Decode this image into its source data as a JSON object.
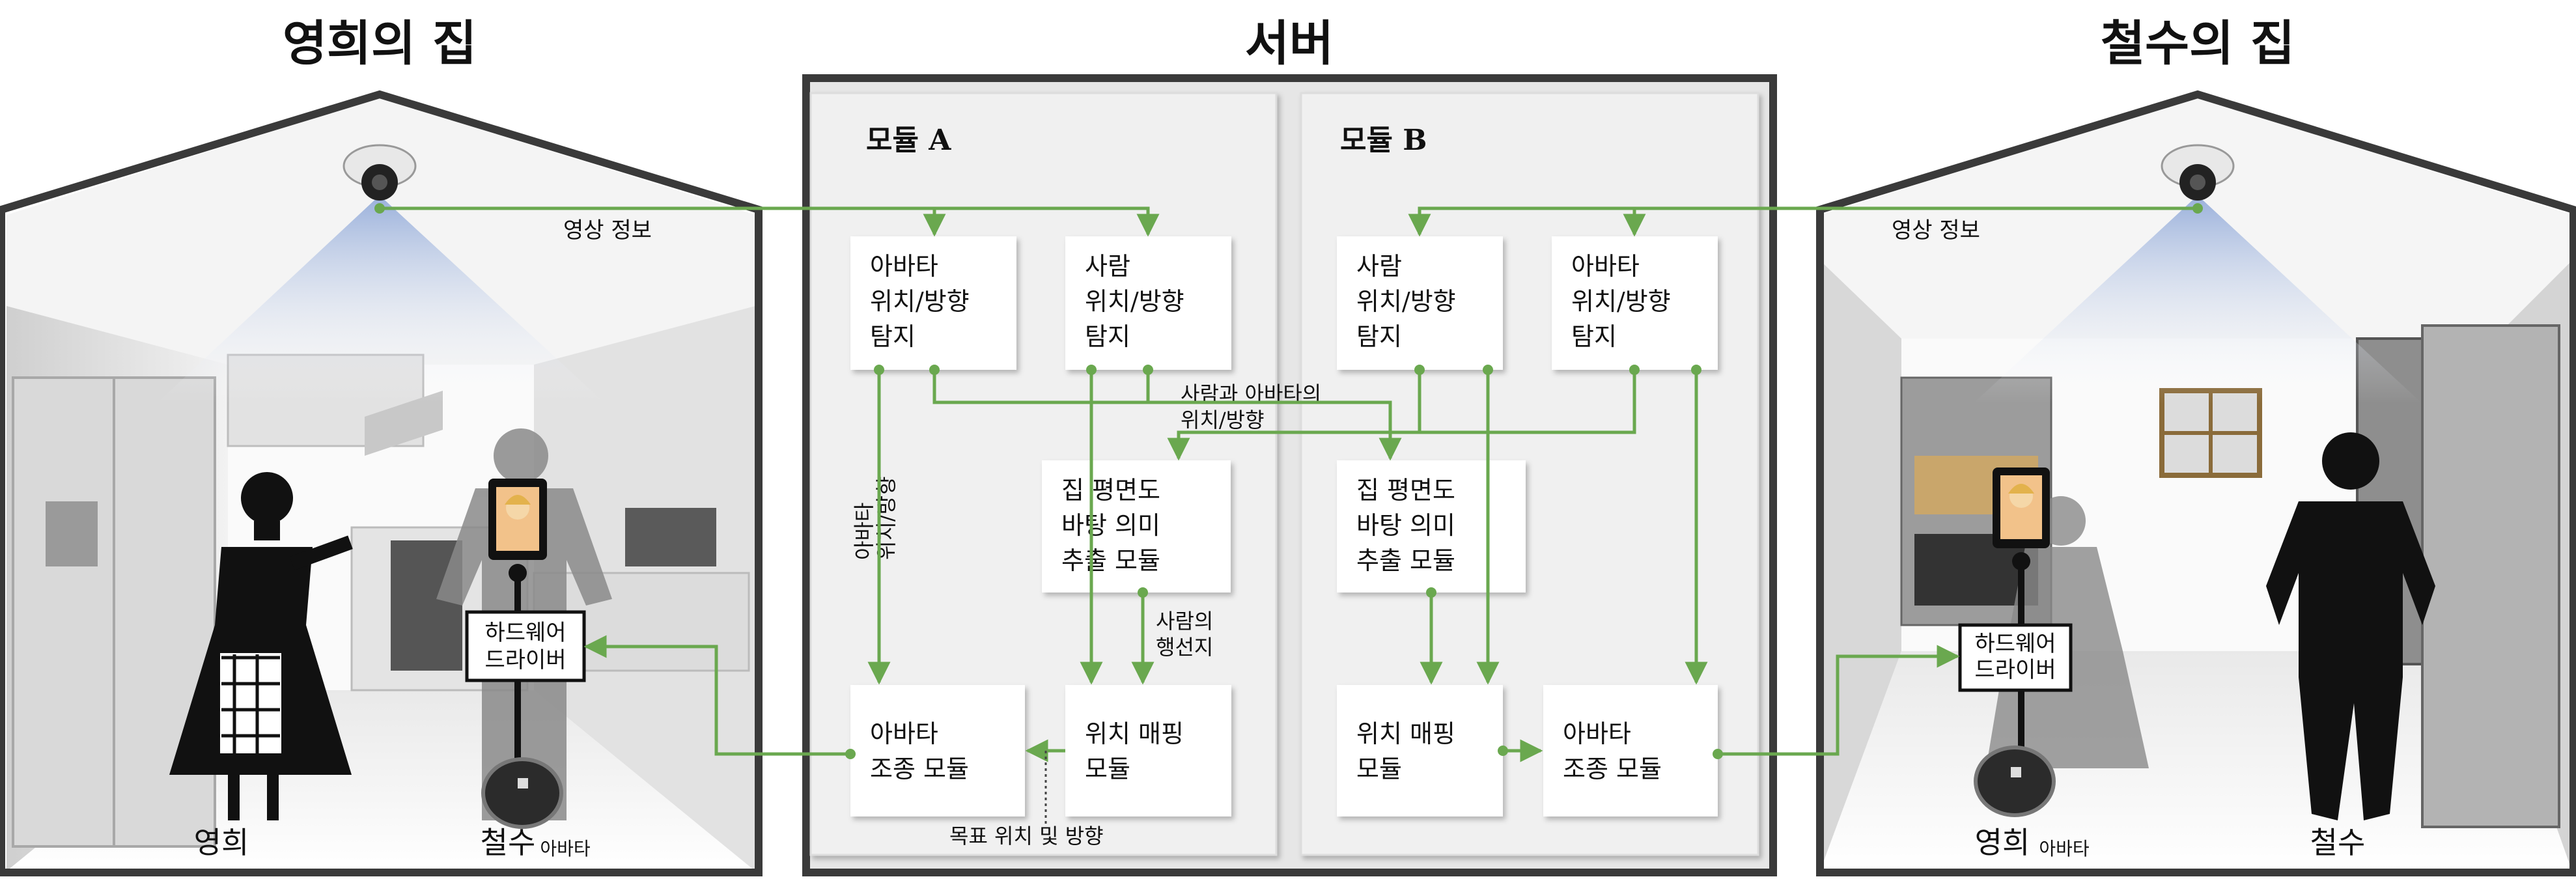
{
  "titles": {
    "left_house": "영희의 집",
    "server": "서버",
    "right_house": "철수의 집"
  },
  "server": {
    "module_a": {
      "title": "모듈 A",
      "avatar_detect": [
        "아바타",
        "위치/방향",
        "탐지"
      ],
      "person_detect": [
        "사람",
        "위치/방향",
        "탐지"
      ],
      "floorplan": [
        "집 평면도",
        "바탕 의미",
        "추출 모듈"
      ],
      "avatar_control": [
        "아바타",
        "조종 모듈"
      ],
      "position_mapping": [
        "위치 매핑",
        "모듈"
      ]
    },
    "module_b": {
      "title": "모듈 B",
      "person_detect": [
        "사람",
        "위치/방향",
        "탐지"
      ],
      "avatar_detect": [
        "아바타",
        "위치/방향",
        "탐지"
      ],
      "floorplan": [
        "집 평면도",
        "바탕 의미",
        "추출 모듈"
      ],
      "position_mapping": [
        "위치 매핑",
        "모듈"
      ],
      "avatar_control": [
        "아바타",
        "조종 모듈"
      ]
    },
    "labels": {
      "avatar_pose_vertical": [
        "아바타",
        "위치/방향"
      ],
      "person_avatar_pose": [
        "사람과 아바타의",
        "위치/방향"
      ],
      "person_walkable": [
        "사람의",
        "행선지"
      ],
      "target_pose": "목표 위치 및 방향"
    }
  },
  "left_house": {
    "video_info": "영상 정보",
    "hw_driver": [
      "하드웨어",
      "드라이버"
    ],
    "person_name": "영희",
    "avatar_name": "철수",
    "avatar_suffix": "아바타"
  },
  "right_house": {
    "video_info": "영상 정보",
    "hw_driver": [
      "하드웨어",
      "드라이버"
    ],
    "avatar_name": "영희",
    "avatar_suffix": "아바타",
    "person_name": "철수"
  },
  "colors": {
    "arrow_green": "#6aa84f",
    "house_outline": "#3a3a3a",
    "server_bg": "#e6e6e6",
    "module_bg": "#f0f0f0",
    "box_bg": "#ffffff"
  }
}
